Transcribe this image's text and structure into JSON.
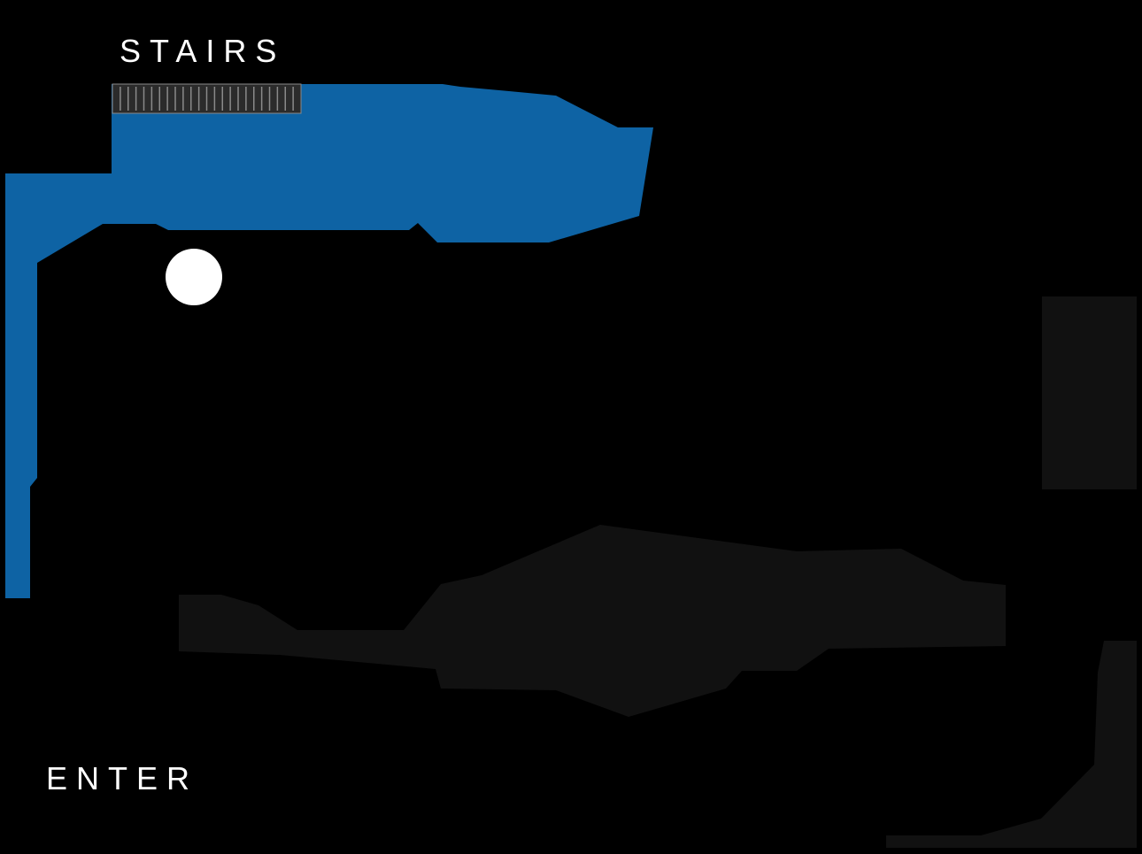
{
  "labels": {
    "stairs": "STAIRS",
    "enter": "ENTER"
  },
  "colors": {
    "background": "#000000",
    "explored": "#0e63a4",
    "unexplored": "#111111",
    "stairs_fill": "#2b2b2b",
    "stairs_line": "#8a8a8a",
    "player": "#ffffff",
    "text": "#ffffff"
  },
  "player": {
    "icon": "white-circle"
  }
}
